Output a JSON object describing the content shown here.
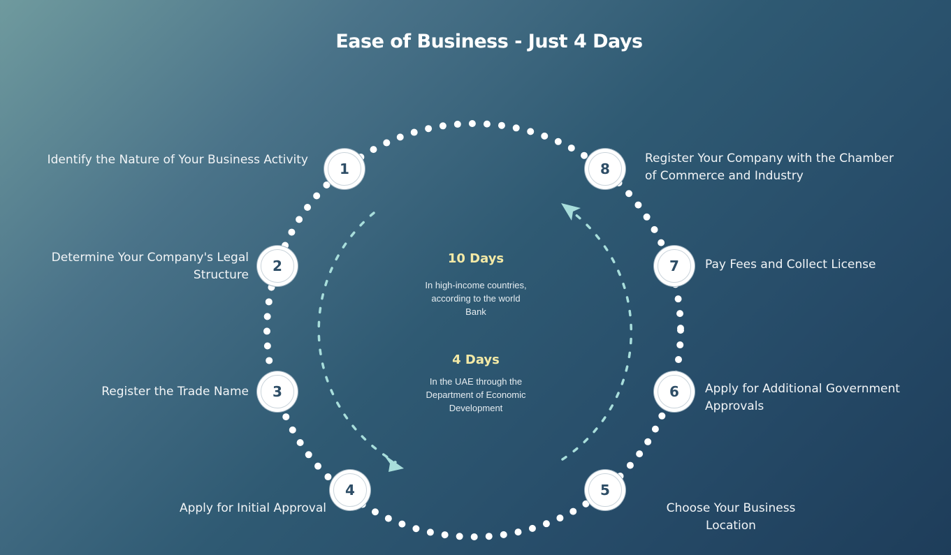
{
  "title": "Ease of Business - Just 4 Days",
  "steps": [
    {
      "number": "1",
      "label": "Identify the Nature of Your Business Activity"
    },
    {
      "number": "2",
      "label": "Determine Your Company's Legal Structure"
    },
    {
      "number": "3",
      "label": "Register the Trade Name"
    },
    {
      "number": "4",
      "label": "Apply for Initial Approval"
    },
    {
      "number": "5",
      "label": "Choose Your Business Location"
    },
    {
      "number": "6",
      "label": "Apply for Additional Government Approvals"
    },
    {
      "number": "7",
      "label": "Pay Fees and Collect License"
    },
    {
      "number": "8",
      "label": "Register Your Company with the Chamber of Commerce and Industry"
    }
  ],
  "center": {
    "stat1_value": "10 Days",
    "stat1_text": "In high-income countries, according to the world Bank",
    "stat2_value": "4 Days",
    "stat2_text": "In the UAE through the Department of Economic Development"
  },
  "colors": {
    "arrow": "#a8dedb",
    "number": "#2d4d66",
    "highlight": "#f4eaa6"
  }
}
